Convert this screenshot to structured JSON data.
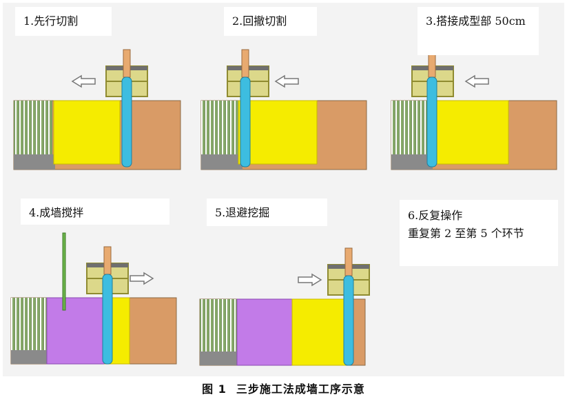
{
  "steps": [
    {
      "label": "1.先行切割"
    },
    {
      "label": "2.回撤切割"
    },
    {
      "label": "3.搭接成型部 50cm"
    },
    {
      "label": "4.成墙搅拌"
    },
    {
      "label": "5.退避挖掘"
    },
    {
      "label": "6.反复操作",
      "detail": "重复第 2 至第 5 个环节"
    }
  ],
  "caption": {
    "number": "图 1",
    "text": "三步施工法成墙工序示意"
  },
  "colors": {
    "soil": "#D99B66",
    "cut_panel": "#F5EC00",
    "mixed_panel": "#C27BE8",
    "grey_base": "#8A8A8A",
    "cutter_post": "#3DBDE0",
    "frame": "#DCD88A",
    "mast": "#E8AA70"
  }
}
